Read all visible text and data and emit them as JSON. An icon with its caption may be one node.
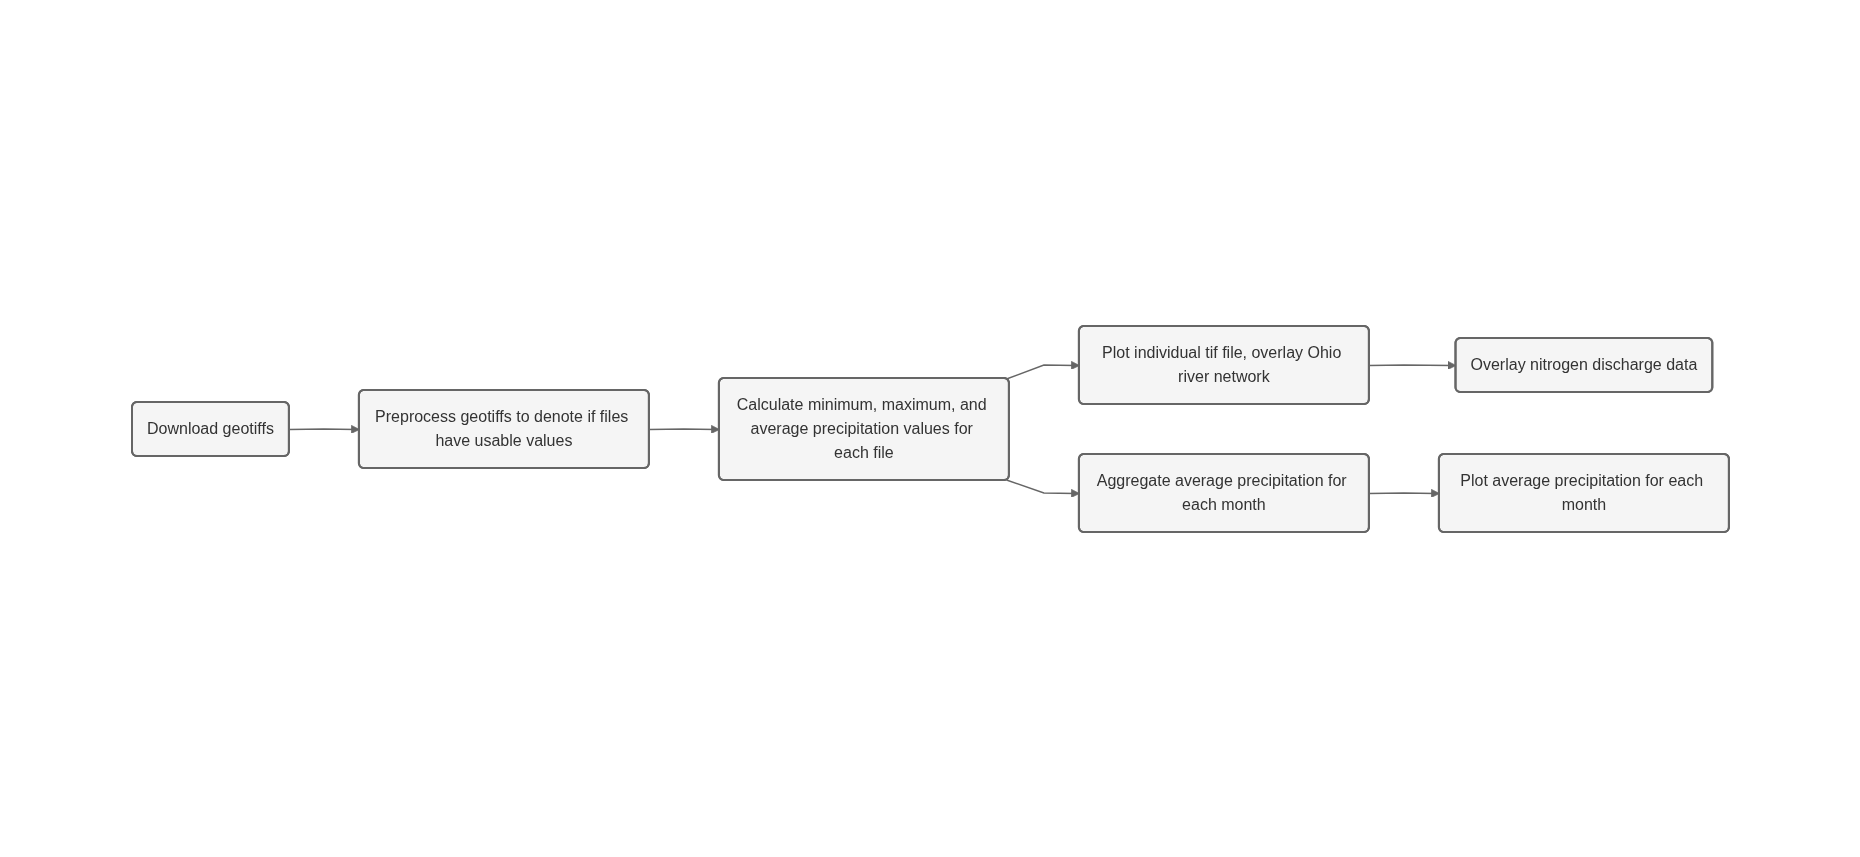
{
  "diagram": {
    "nodes": [
      {
        "text": [
          "Download geotiffs"
        ]
      },
      {
        "text": [
          "Preprocess geotiffs to denote if files have usable values"
        ]
      },
      {
        "text": [
          "Calculate minimum, maximum, and average precipitation values for each file"
        ]
      },
      {
        "text": [
          "Plot individual tif file, overlay Ohio river network"
        ]
      },
      {
        "text": [
          "Overlay nitrogen discharge data"
        ]
      },
      {
        "text": [
          "Aggregate average precipitation for each month"
        ]
      },
      {
        "text": [
          "Plot average precipitation for each month"
        ]
      }
    ],
    "edges": [
      {
        "from": 0,
        "to": 1,
        "arrow": "to"
      },
      {
        "from": 1,
        "to": 2,
        "arrow": "to"
      },
      {
        "from": 2,
        "to": 3,
        "arrow": "to"
      },
      {
        "from": 2,
        "to": 5,
        "arrow": "to"
      },
      {
        "from": 3,
        "to": 4,
        "arrow": "to"
      },
      {
        "from": 5,
        "to": 6,
        "arrow": "to"
      }
    ]
  }
}
